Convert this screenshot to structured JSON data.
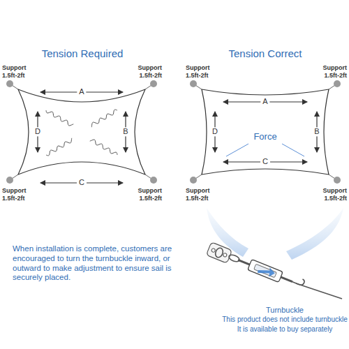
{
  "diagram": {
    "labels": [
      "Tension Required",
      "Tension Correct",
      "Support 1.5ft-2ft",
      "Support 1.5ft-2ft",
      "Support 1.5ft-2ft",
      "Support 1.5ft-2ft",
      "Support 1.5ft-2ft",
      "Support 1.5ft-2ft",
      "Support 1.5ft-2ft",
      "Support 1.5ft-2ft",
      "A",
      "D",
      "B",
      "C",
      "A",
      "D",
      "B",
      "C",
      "Force",
      "When installation is complete, customers are encouraged to turn the turnbuckle inward, or outward to make adjustment to ensure sail is securely placed.",
      "Turnbuckle",
      "This product does not include turnbuckle",
      "It is available to buy separately"
    ]
  }
}
